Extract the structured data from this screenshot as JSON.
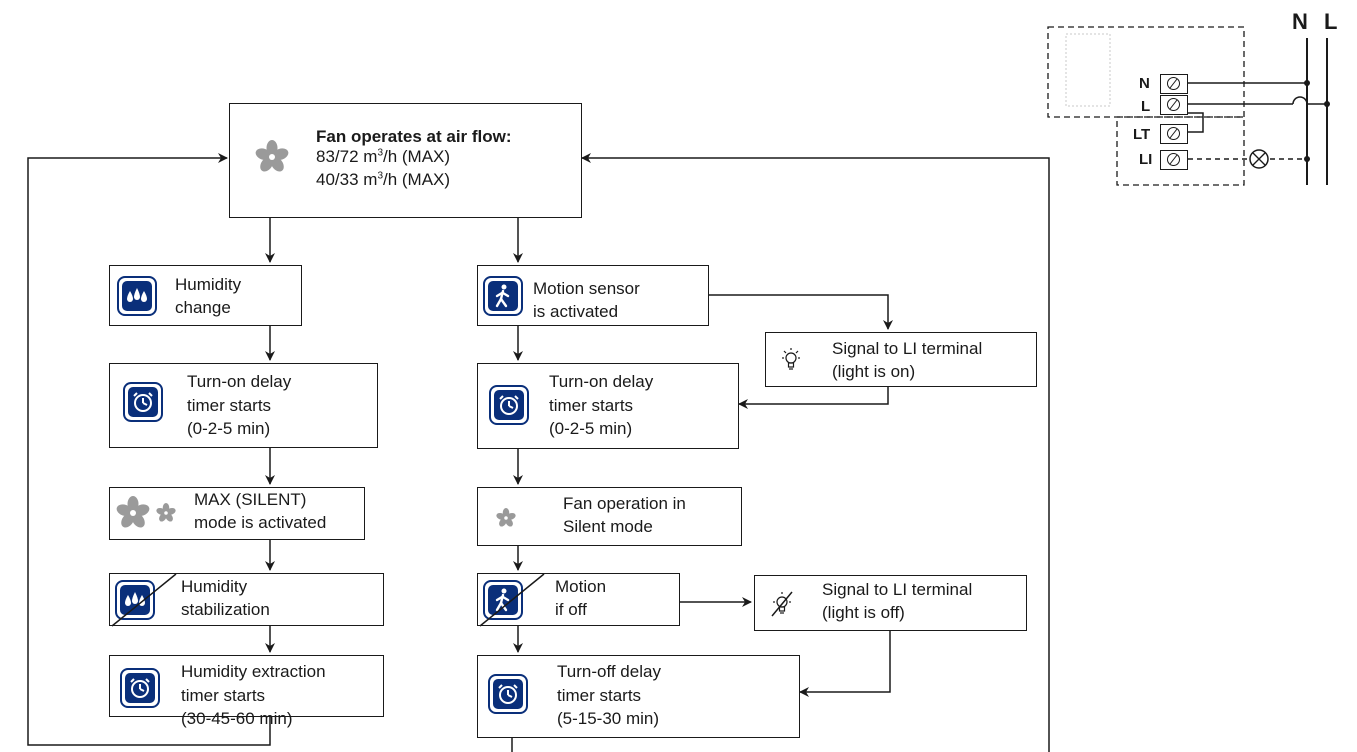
{
  "main_box": {
    "title": "Fan operates at air flow:",
    "line1_value": "83/72 m",
    "line1_exp": "3",
    "line1_unit": "/h (MAX)",
    "line2_value": "40/33 m",
    "line2_exp": "3",
    "line2_unit": "/h (MAX)"
  },
  "left_branch": {
    "humidity_change": [
      "Humidity",
      "change"
    ],
    "turn_on_delay": [
      "Turn-on delay",
      "timer starts",
      "(0-2-5 min)"
    ],
    "max_silent": [
      "MAX (SILENT)",
      "mode is activated"
    ],
    "humidity_stabilization": [
      "Humidity",
      "stabilization"
    ],
    "humidity_extraction": [
      "Humidity extraction",
      "timer starts",
      "(30-45-60 min)"
    ]
  },
  "right_branch": {
    "motion_sensor": [
      "Motion sensor",
      "is activated"
    ],
    "signal_on": [
      "Signal to LI terminal",
      "(light is on)"
    ],
    "turn_on_delay": [
      "Turn-on delay",
      "timer starts",
      "(0-2-5 min)"
    ],
    "fan_silent": [
      "Fan operation in",
      "Silent mode"
    ],
    "motion_off": [
      "Motion",
      "if off"
    ],
    "signal_off": [
      "Signal to LI terminal",
      "(light is off)"
    ],
    "turn_off_delay": [
      "Turn-off delay",
      "timer starts",
      "(5-15-30 min)"
    ]
  },
  "wiring": {
    "bus_n": "N",
    "bus_l": "L",
    "terminals": [
      "N",
      "L",
      "LT",
      "LI"
    ]
  },
  "colors": {
    "icon_blue": "#0a2f7a",
    "fan_gray": "#9a9a9a",
    "line": "#1a1a1a"
  },
  "icons": [
    "fan-icon",
    "water-drops-icon",
    "alarm-clock-icon",
    "walking-person-icon",
    "light-bulb-icon"
  ]
}
